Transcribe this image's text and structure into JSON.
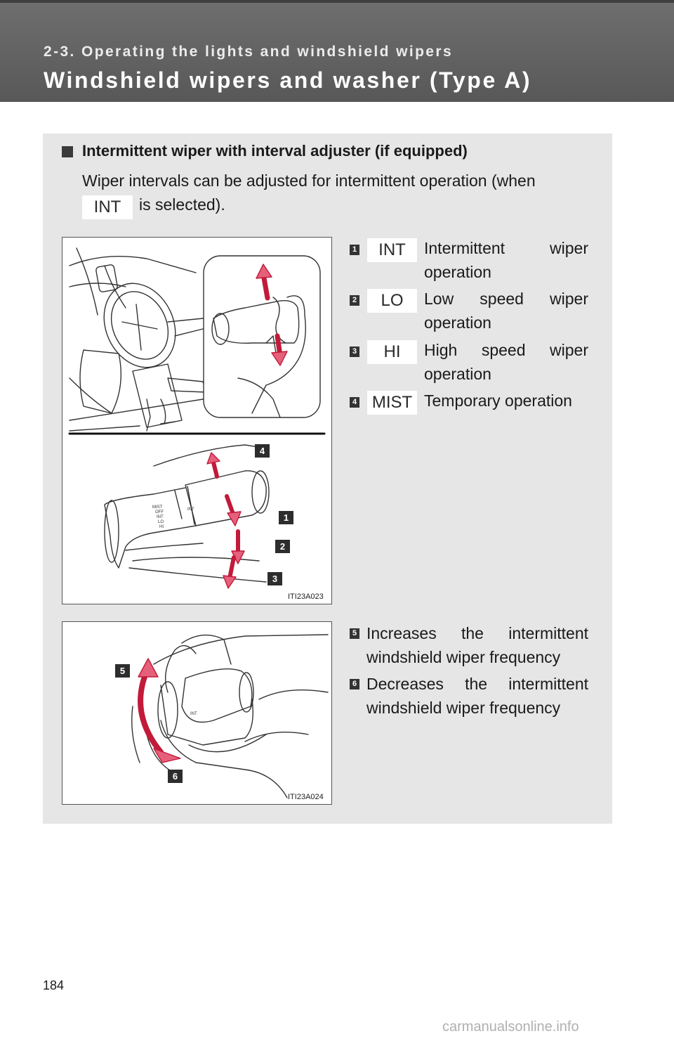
{
  "header": {
    "section_label": "2-3. Operating the lights and windshield wipers",
    "page_title": "Windshield wipers and washer (Type A)"
  },
  "content": {
    "heading": "Intermittent wiper with interval adjuster (if equipped)",
    "intro_line1": "Wiper intervals can be adjusted for intermittent operation (when",
    "intro_key": "INT",
    "intro_line2": "is selected).",
    "modes": [
      {
        "number": "1",
        "key": "INT",
        "description": "Intermittent wiper operation"
      },
      {
        "number": "2",
        "key": "LO",
        "description": "Low speed wiper operation"
      },
      {
        "number": "3",
        "key": "HI",
        "description": "High speed wiper operation"
      },
      {
        "number": "4",
        "key": "MIST",
        "description": "Temporary operation"
      }
    ],
    "adjustments": [
      {
        "number": "5",
        "description": "Increases the intermittent windshield wiper frequency"
      },
      {
        "number": "6",
        "description": "Decreases the intermittent windshield wiper frequency"
      }
    ]
  },
  "figures": [
    {
      "code": "ITI23A023",
      "callouts": [
        "4",
        "1",
        "2",
        "3"
      ],
      "switch_labels": [
        "MIST",
        "OFF",
        "INT",
        "LO",
        "HI"
      ],
      "ring_label": "INT"
    },
    {
      "code": "ITI23A024",
      "callouts": [
        "5",
        "6"
      ],
      "ring_label": "INT"
    }
  ],
  "footer": {
    "page_number": "184",
    "watermark": "carmanualsonline.info"
  }
}
